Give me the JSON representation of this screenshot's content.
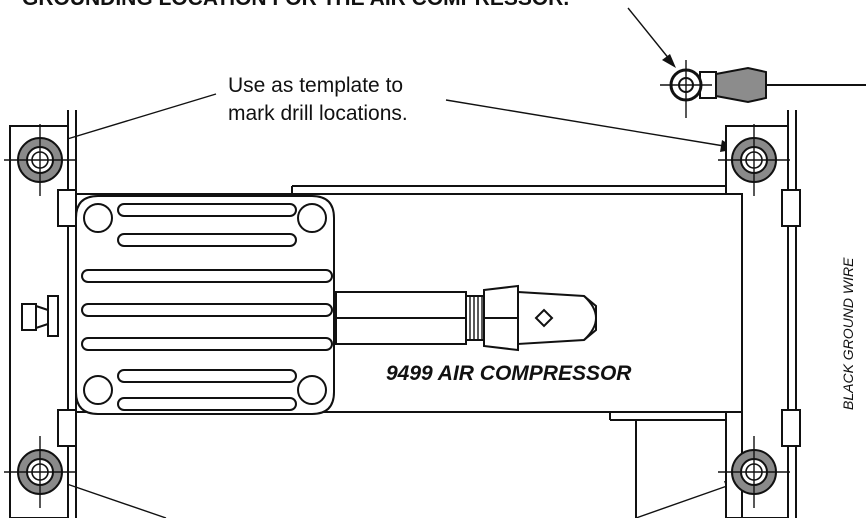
{
  "diagram": {
    "header_text": "GROUNDING LOCATION FOR THE AIR COMPRESSOR.",
    "template_note": {
      "line1": "Use as template to",
      "line2": "mark drill locations."
    },
    "model_label": "9499 AIR COMPRESSOR",
    "wire_label": "BLACK GROUND WIRE"
  },
  "icons": [
    "mounting-hole-icon",
    "ring-terminal-icon",
    "hose-fitting-icon",
    "hose-barb-icon"
  ],
  "colors": {
    "line": "#111111",
    "grommet": "#8a8a8a",
    "terminal": "#8c8c8c",
    "background": "#ffffff"
  }
}
